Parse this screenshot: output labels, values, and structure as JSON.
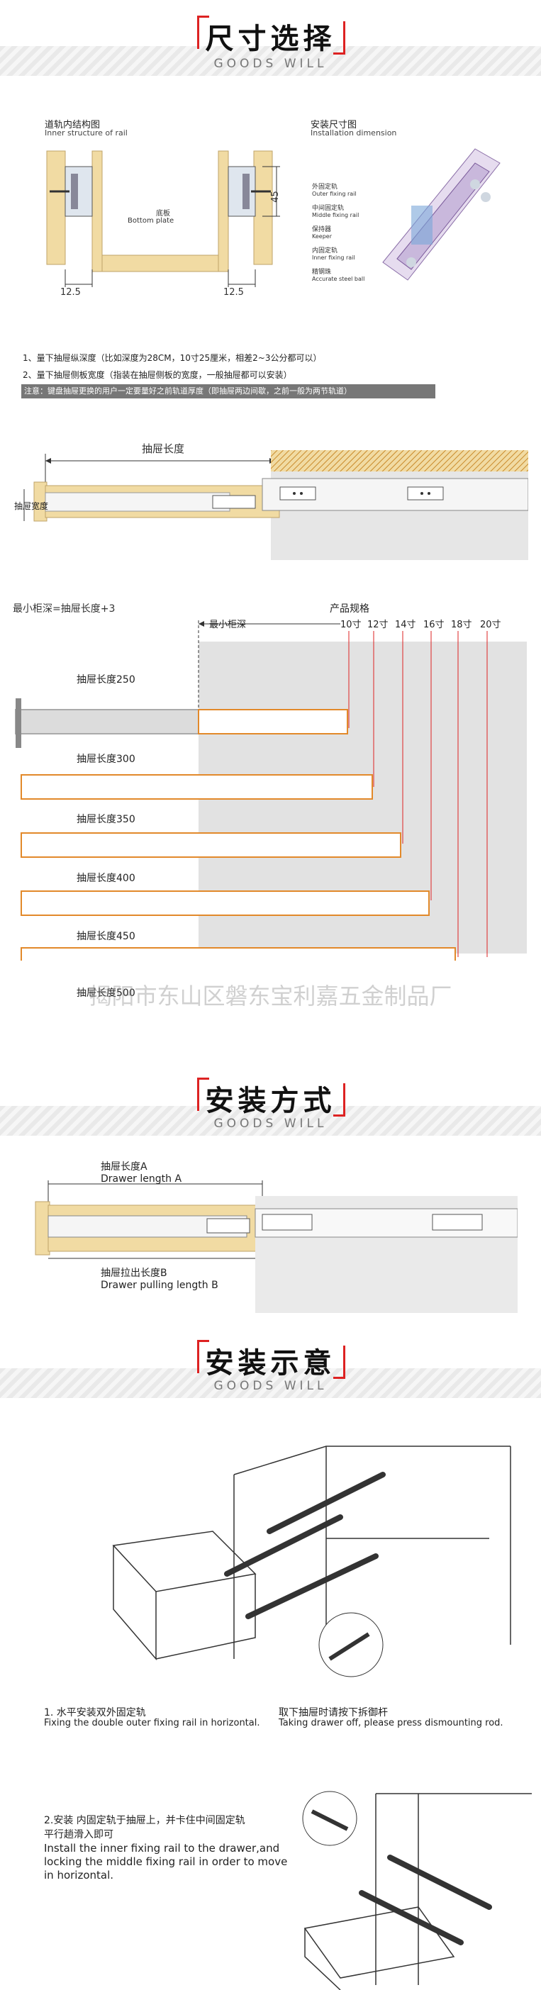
{
  "sections": {
    "size": {
      "title": "尺寸选择",
      "subtitle": "GOODS WILL"
    },
    "install_method": {
      "title": "安装方式",
      "subtitle": "GOODS WILL"
    },
    "install_illus": {
      "title": "安装示意",
      "subtitle": "GOODS WILL"
    }
  },
  "inner_structure": {
    "title_zh": "道轨内结构图",
    "title_en": "Inner structure of rail",
    "bottom_plate_zh": "底板",
    "bottom_plate_en": "Bottom plate",
    "dim_left": "12.5",
    "dim_right": "12.5",
    "dim_height": "45"
  },
  "install_dimension": {
    "title_zh": "安装尺寸图",
    "title_en": "Installation dimension",
    "parts": [
      {
        "zh": "外固定轨",
        "en": "Outer fixing rail"
      },
      {
        "zh": "中间固定轨",
        "en": "Middle fixing rail"
      },
      {
        "zh": "保持器",
        "en": "Keeper"
      },
      {
        "zh": "内固定轨",
        "en": "Inner fixing rail"
      },
      {
        "zh": "精钢珠",
        "en": "Accurate steel ball"
      }
    ]
  },
  "notes": {
    "line1": "1、量下抽屉纵深度（比如深度为28CM，10寸25厘米，相差2~3公分都可以）",
    "line2": "2、量下抽屉侧板宽度（指装在抽屉侧板的宽度，一般抽屉都可以安装）",
    "highlight": "注意：键盘抽屉更换的用户一定要量好之前轨道厚度（即抽屉两边间歇，之前一般为两节轨道）"
  },
  "drawer_diagram": {
    "length_label": "抽屉长度",
    "width_label": "抽屉宽度"
  },
  "size_chart": {
    "formula": "最小柜深=抽屉长度+3",
    "min_depth_label": "最小柜深",
    "spec_label": "产品规格",
    "sizes": [
      "10寸",
      "12寸",
      "14寸",
      "16寸",
      "18寸",
      "20寸"
    ],
    "rails": [
      "抽屉长度250",
      "抽屉长度300",
      "抽屉长度350",
      "抽屉长度400",
      "抽屉长度450",
      "抽屉长度500"
    ],
    "watermark": "揭阳市东山区磐东宝利嘉五金制品厂"
  },
  "install_method": {
    "length_a_zh": "抽屉长度A",
    "length_a_en": "Drawer length A",
    "pull_b_zh": "抽屉拉出长度B",
    "pull_b_en": "Drawer pulling length B"
  },
  "install_steps": {
    "step1_zh": "1. 水平安装双外固定轨",
    "step1_en": "Fixing the double outer fixing rail in horizontal.",
    "remove_zh": "取下抽屉时请按下拆御杆",
    "remove_en": "Taking drawer off, please press dismounting rod.",
    "step2_zh1": "2.安装 内固定轨于抽屉上，并卡住中间固定轨",
    "step2_zh2": "平行趟滑入即可",
    "step2_en": "Install the inner fixing rail to the drawer,and locking the middle fixing rail in order to move in horizontal."
  },
  "colors": {
    "accent": "#d22222",
    "rail": "#e2892a",
    "wood": "#f1dba3",
    "cabinet": "#e0e0e0"
  }
}
